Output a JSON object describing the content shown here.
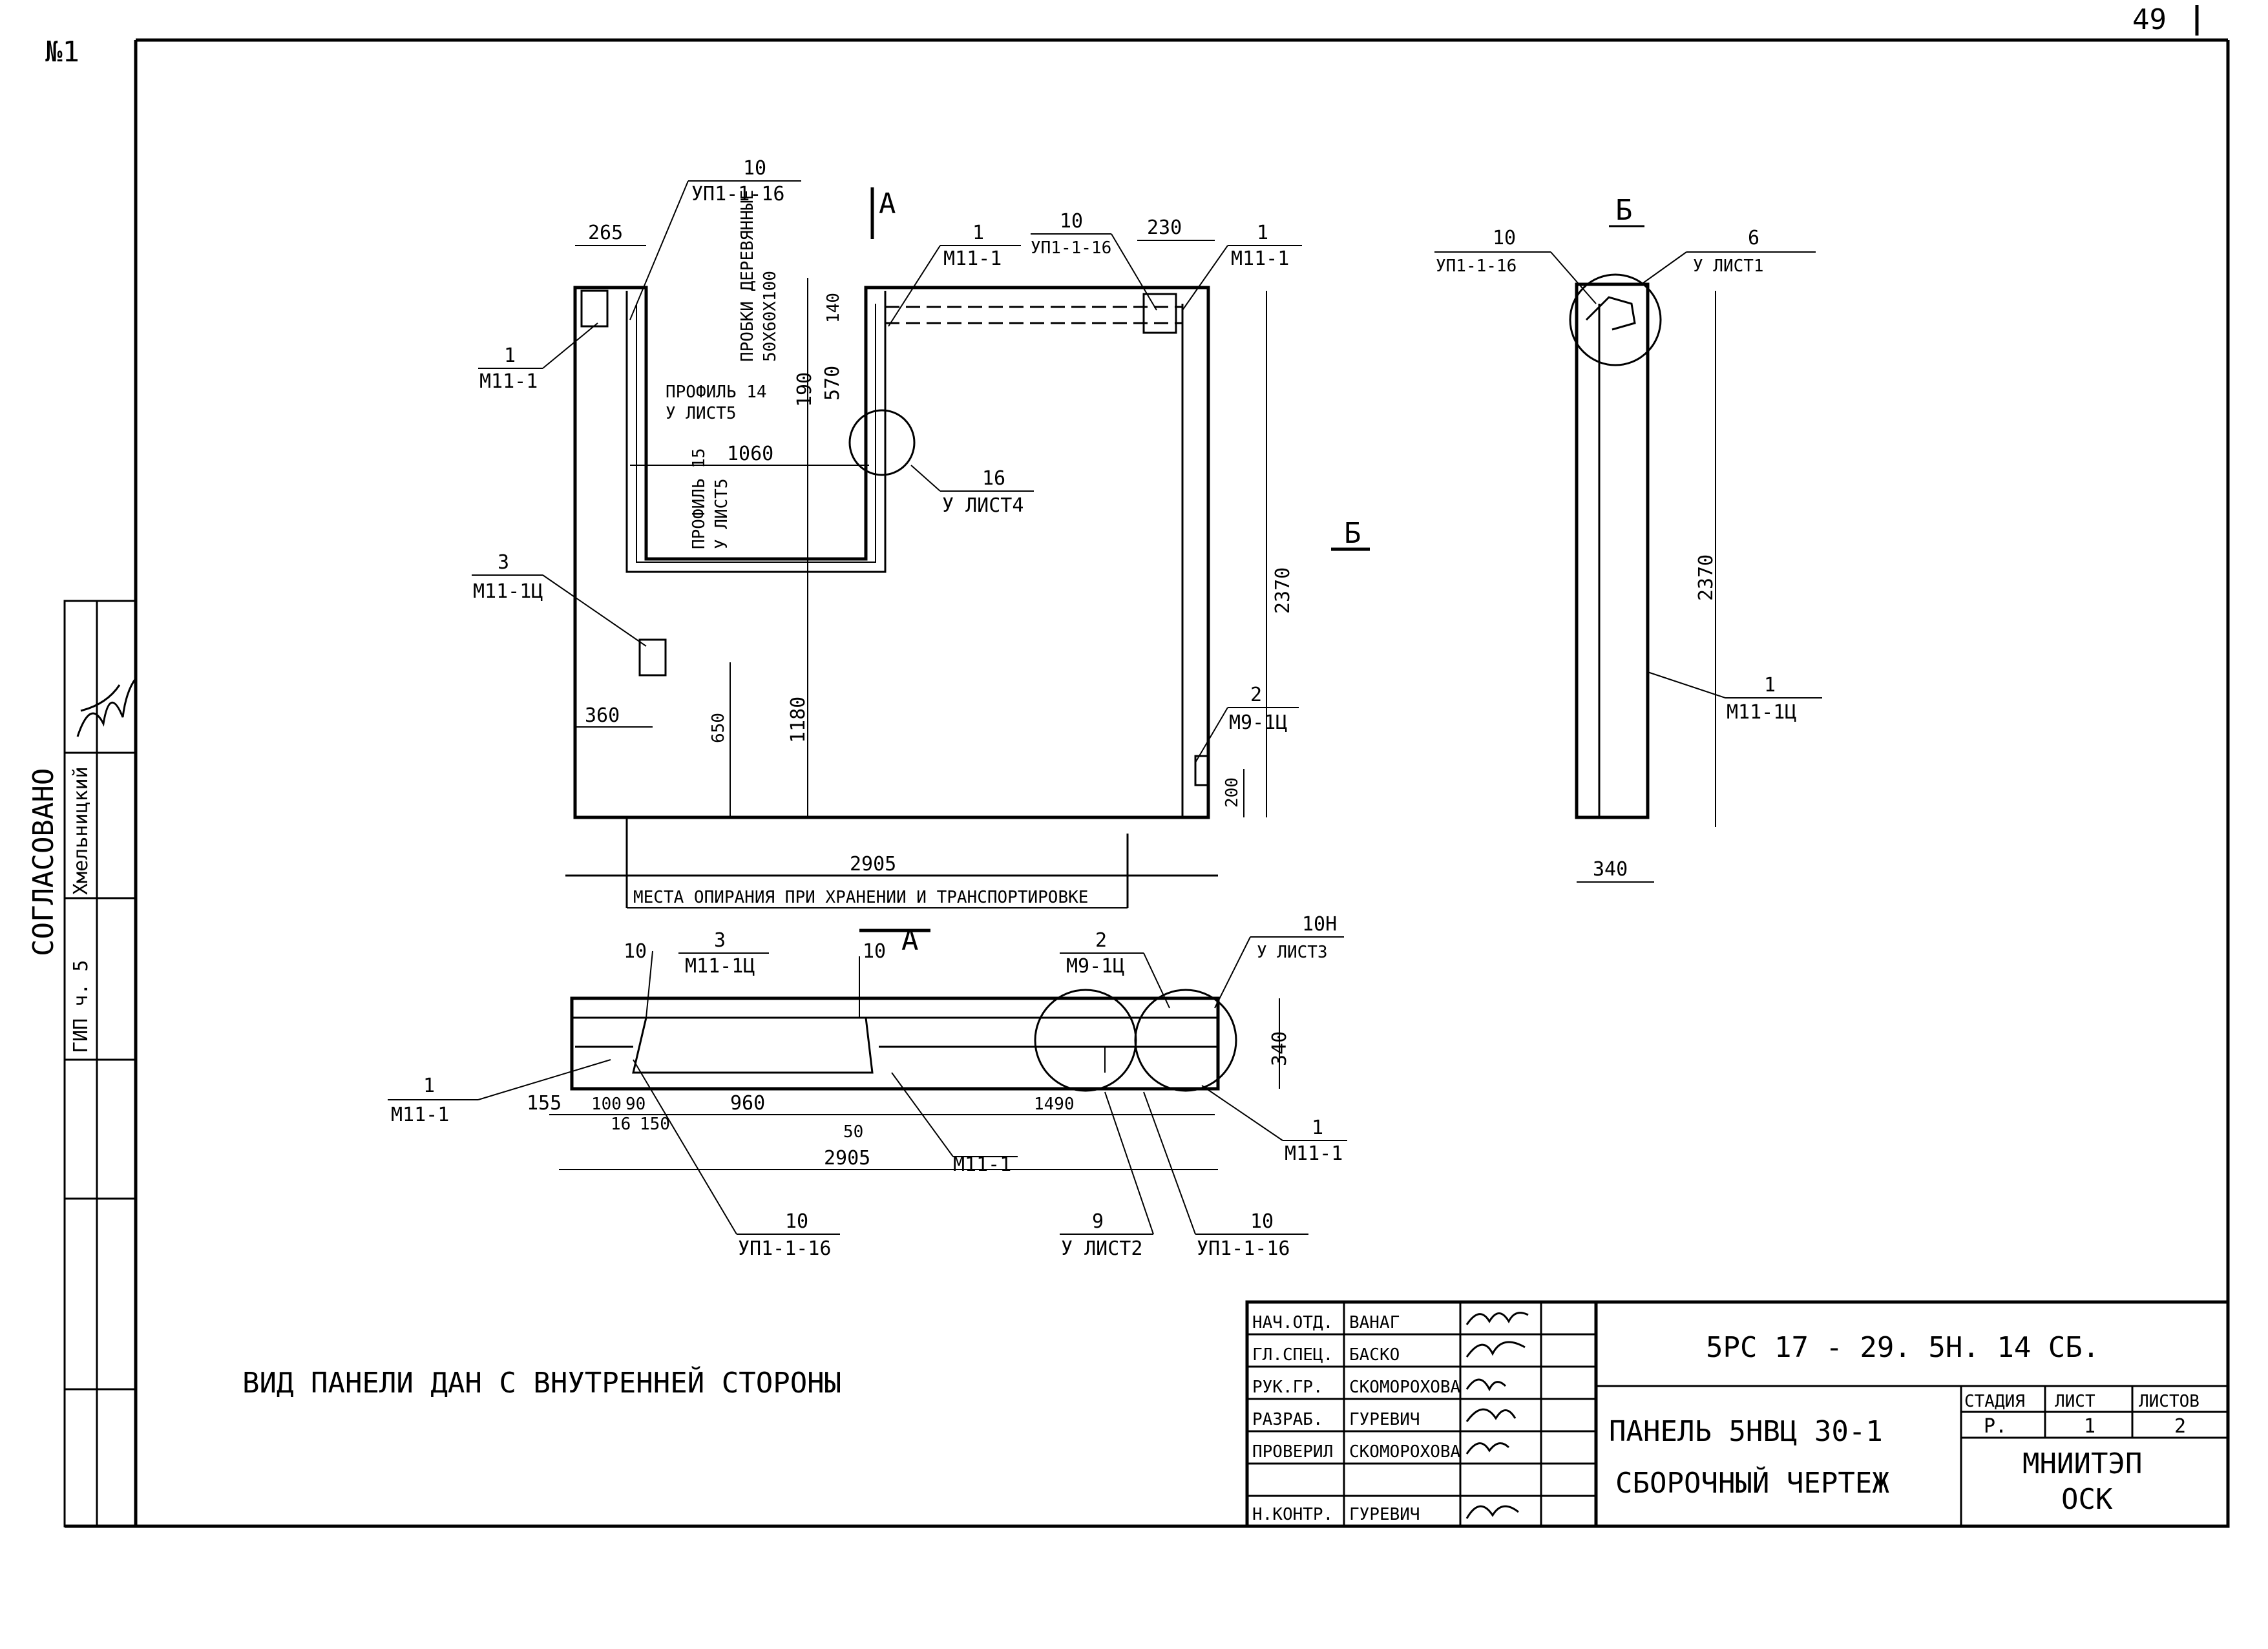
{
  "sheet": {
    "page_number": "49",
    "corner_mark": "№1",
    "note": "ВИД ПАНЕЛИ ДАН С ВНУТРЕННЕЙ СТОРОНЫ"
  },
  "approval": {
    "title": "СОГЛАСОВАНО",
    "dept": "ГИП ч. 5",
    "name": "Хмельницкий"
  },
  "title_block": {
    "code": "5РС 17 - 29. 5Н. 14 СБ.",
    "name_line1": "ПАНЕЛЬ 5НВЦ 30-1",
    "name_line2": "СБОРОЧНЫЙ ЧЕРТЕЖ",
    "org_line1": "МНИИТЭП",
    "org_line2": "ОСК",
    "stage_header": "СТАДИЯ",
    "sheet_header": "ЛИСТ",
    "sheets_header": "ЛИСТОВ",
    "stage_value": "Р.",
    "sheet_value": "1",
    "sheets_value": "2",
    "roles": [
      {
        "role": "НАЧ.ОТД.",
        "name": "ВАНАГ"
      },
      {
        "role": "ГЛ.СПЕЦ.",
        "name": "БАСКО"
      },
      {
        "role": "РУК.ГР.",
        "name": "СКОМОРОХОВА"
      },
      {
        "role": "РАЗРАБ.",
        "name": "ГУРЕВИЧ"
      },
      {
        "role": "ПРОВЕРИЛ",
        "name": "СКОМОРОХОВА"
      },
      {
        "role": "",
        "name": ""
      },
      {
        "role": "Н.КОНТР.",
        "name": "ГУРЕВИЧ"
      }
    ]
  },
  "front_view": {
    "dims": {
      "d265": "265",
      "d230": "230",
      "d1060": "1060",
      "d190": "190",
      "d570": "570",
      "d140": "140",
      "d2370": "2370",
      "d1180": "1180",
      "d650": "650",
      "d360": "360",
      "d200": "200",
      "d2905": "2905"
    },
    "section_a": "А",
    "section_b": "Б",
    "support_note": "МЕСТА ОПИРАНИЯ ПРИ ХРАНЕНИИ И ТРАНСПОРТИРОВКЕ",
    "profile_note1": "ПРОФИЛЬ 14",
    "profile_note1b": "У ЛИСТ5",
    "profile_note2": "ПРОФИЛЬ 15",
    "profile_note2b": "У ЛИСТ5",
    "plug_note1": "ПРОБКИ ДЕРЕВЯННЫЕ",
    "plug_note2": "50Х60Х100",
    "callouts": [
      {
        "num": "10",
        "ref": "УП1-1-16"
      },
      {
        "num": "1",
        "ref": "М11-1"
      },
      {
        "num": "10",
        "ref": "УП1-1-16"
      },
      {
        "num": "1",
        "ref": "М11-1"
      },
      {
        "num": "1",
        "ref": "М11-1"
      },
      {
        "num": "3",
        "ref": "М11-1Ц"
      },
      {
        "num": "16",
        "ref": "У ЛИСТ4"
      },
      {
        "num": "2",
        "ref": "М9-1Ц"
      }
    ]
  },
  "side_view": {
    "label": "Б",
    "dim_height": "2370",
    "dim_width": "340",
    "callouts": [
      {
        "num": "10",
        "ref": "УП1-1-16"
      },
      {
        "num": "6",
        "ref": "У ЛИСТ1"
      },
      {
        "num": "1",
        "ref": "М11-1Ц"
      }
    ]
  },
  "top_view": {
    "label": "А",
    "dims": {
      "d155": "155",
      "d100": "100",
      "d90": "90",
      "d960": "960",
      "d1490": "1490",
      "d16": "16",
      "d150": "150",
      "d50": "50",
      "d2905": "2905",
      "d340": "340"
    },
    "callouts": [
      {
        "num": "10",
        "ref": ""
      },
      {
        "num": "3",
        "ref": "М11-1Ц"
      },
      {
        "num": "10",
        "ref": ""
      },
      {
        "num": "2",
        "ref": "М9-1Ц"
      },
      {
        "num": "10Н",
        "ref": "У ЛИСТ3"
      },
      {
        "num": "1",
        "ref": "М11-1"
      },
      {
        "num": "",
        "ref": "М11-1"
      },
      {
        "num": "1",
        "ref": "М11-1"
      },
      {
        "num": "10",
        "ref": "УП1-1-16"
      },
      {
        "num": "9",
        "ref": "У ЛИСТ2"
      },
      {
        "num": "10",
        "ref": "УП1-1-16"
      }
    ]
  }
}
